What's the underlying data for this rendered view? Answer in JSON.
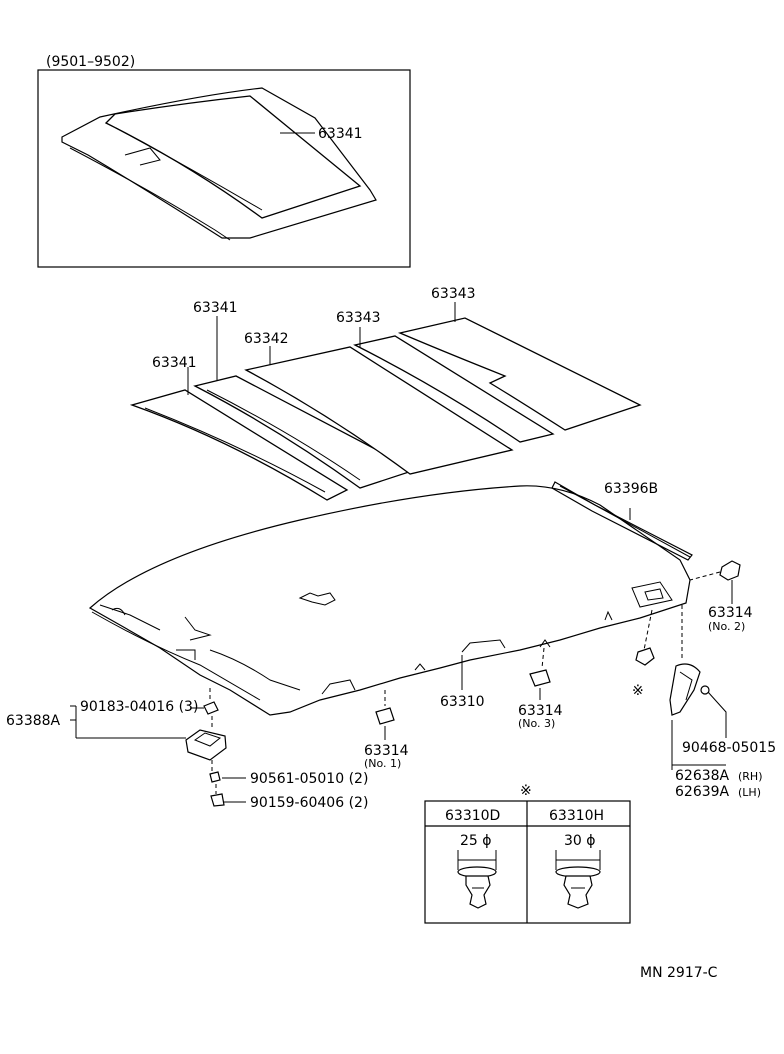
{
  "inset": {
    "label": "(9501–9502)",
    "part": "63341"
  },
  "labels": {
    "p63341_top": "63341",
    "p63341_left": "63341",
    "p63342": "63342",
    "p63343_mid": "63343",
    "p63343_right": "63343",
    "p63396B": "63396B",
    "p63314_no2": "63314",
    "no2": "(No. 2)",
    "p63310": "63310",
    "p63314_no3": "63314",
    "no3": "(No. 3)",
    "p63314_no1": "63314",
    "no1": "(No. 1)",
    "p63388A": "63388A",
    "p90183": "90183-04016 (3)",
    "p90561": "90561-05010 (2)",
    "p90159": "90159-60406 (2)",
    "p90468": "90468-05015",
    "p62638A": "62638A",
    "rh": "(RH)",
    "p62639A": "62639A",
    "lh": "(LH)",
    "asterisk": "※"
  },
  "clip_table": {
    "mark": "※",
    "headers": [
      "63310D",
      "63310H"
    ],
    "sizes": [
      "25 ϕ",
      "30 ϕ"
    ]
  },
  "footer": {
    "code": "MN  2917-C"
  }
}
